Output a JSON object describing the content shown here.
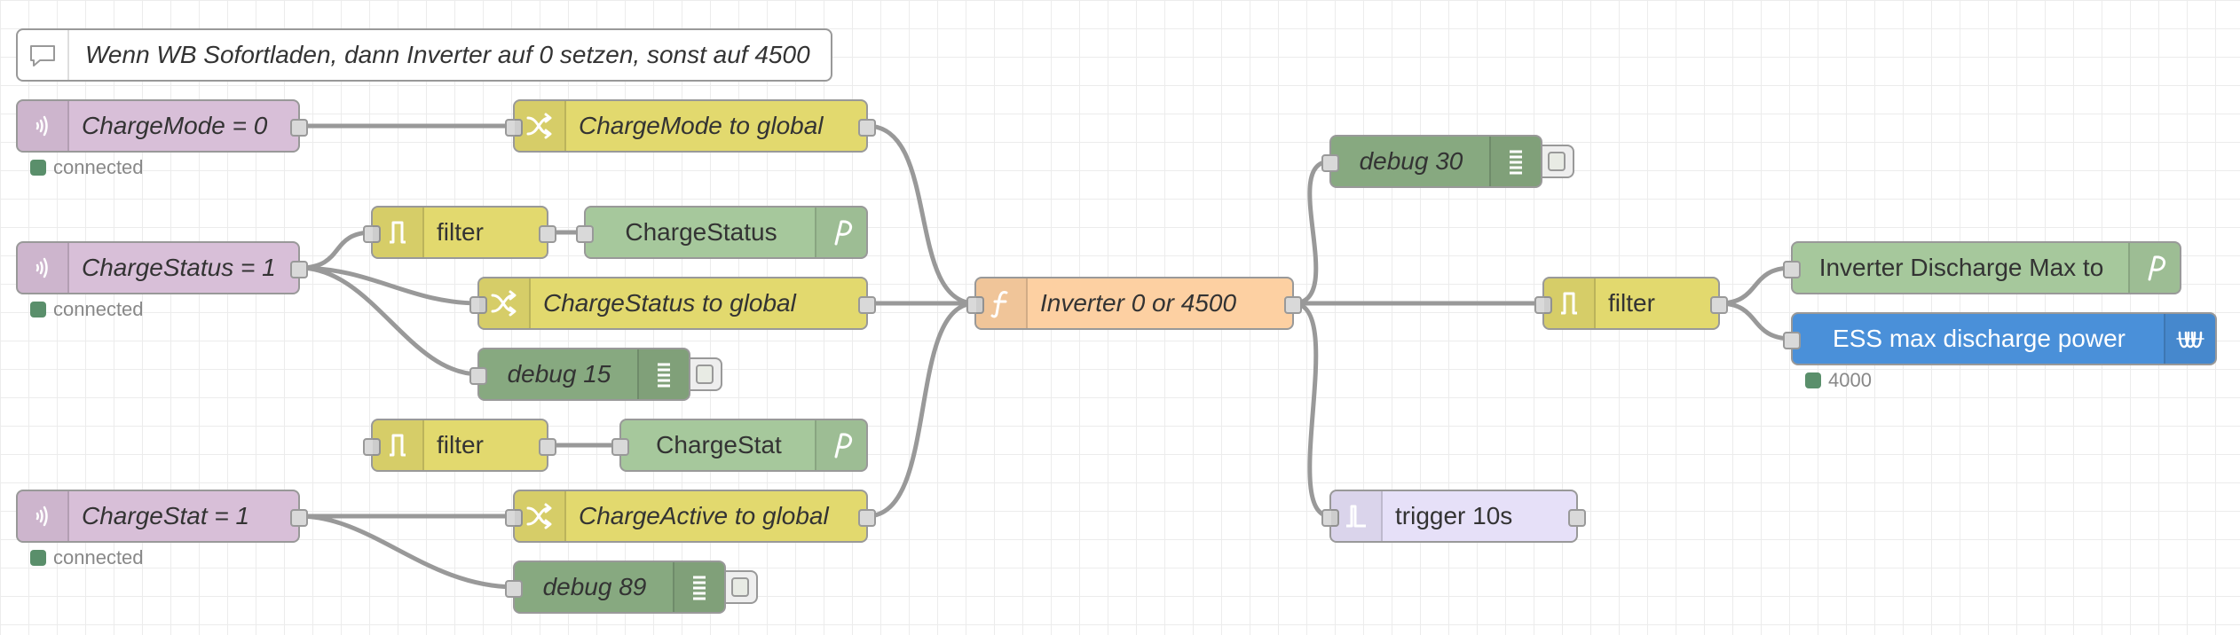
{
  "comment": {
    "text": "Wenn WB Sofortladen, dann Inverter auf 0 setzen, sonst auf 4500",
    "icon": "comment-icon"
  },
  "colors": {
    "mqtt_in": "#d8bfd8",
    "change": "#e2d96e",
    "rbe_filter": "#e2d96e",
    "pushover": "#a6c89c",
    "debug": "#87a980",
    "function": "#fdd0a2",
    "trigger": "#e6e0f8",
    "victron": "#4a90d9",
    "status_connected": "#5a8f6b",
    "wire": "#999999"
  },
  "nodes": {
    "mqtt_chargemode": {
      "label": "ChargeMode = 0",
      "status": "connected",
      "icon": "radio-wave-icon"
    },
    "mqtt_chargestatus": {
      "label": "ChargeStatus = 1",
      "status": "connected",
      "icon": "radio-wave-icon"
    },
    "mqtt_chargestat": {
      "label": "ChargeStat = 1",
      "status": "connected",
      "icon": "radio-wave-icon"
    },
    "change_chargemode": {
      "label": "ChargeMode to global",
      "icon": "shuffle-icon"
    },
    "change_chargestatus": {
      "label": "ChargeStatus to global",
      "icon": "shuffle-icon"
    },
    "change_chargeactive": {
      "label": "ChargeActive to global",
      "icon": "shuffle-icon"
    },
    "filter_1": {
      "label": "filter",
      "icon": "rbe-filter-icon"
    },
    "filter_2": {
      "label": "filter",
      "icon": "rbe-filter-icon"
    },
    "filter_3": {
      "label": "filter",
      "icon": "rbe-filter-icon"
    },
    "push_chargestatus": {
      "label": "ChargeStatus",
      "icon": "pushover-icon"
    },
    "push_chargestat": {
      "label": "ChargeStat",
      "icon": "pushover-icon"
    },
    "push_inverter": {
      "label": "Inverter Discharge Max to",
      "icon": "pushover-icon"
    },
    "debug_15": {
      "label": "debug 15",
      "icon": "debug-list-icon"
    },
    "debug_89": {
      "label": "debug 89",
      "icon": "debug-list-icon"
    },
    "debug_30": {
      "label": "debug 30",
      "icon": "debug-list-icon"
    },
    "function_inverter": {
      "label": "Inverter 0 or 4500",
      "icon": "function-icon"
    },
    "trigger": {
      "label": "trigger 10s",
      "icon": "trigger-icon"
    },
    "victron_ess": {
      "label": "ESS max discharge power",
      "status": "4000",
      "icon": "victron-icon"
    }
  }
}
